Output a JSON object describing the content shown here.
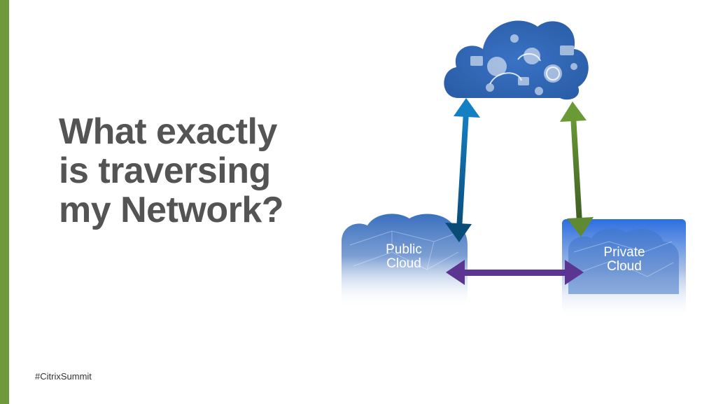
{
  "slide": {
    "title_lines": [
      "What exactly",
      "is traversing",
      "my Network?"
    ],
    "hashtag": "#CitrixSummit"
  },
  "diagram": {
    "public_cloud": {
      "label_line1": "Public",
      "label_line2": "Cloud"
    },
    "private_cloud": {
      "label_line1": "Private",
      "label_line2": "Cloud"
    },
    "internet_cloud": {
      "icon": "social-media-cloud-icon"
    }
  },
  "colors": {
    "accent_bar": "#6f9a3c",
    "title_text": "#545454",
    "arrow_blue": "#0d6a9e",
    "arrow_green": "#5f8a32",
    "arrow_purple": "#5b3591",
    "cloud_blue": "#2f65b3"
  }
}
